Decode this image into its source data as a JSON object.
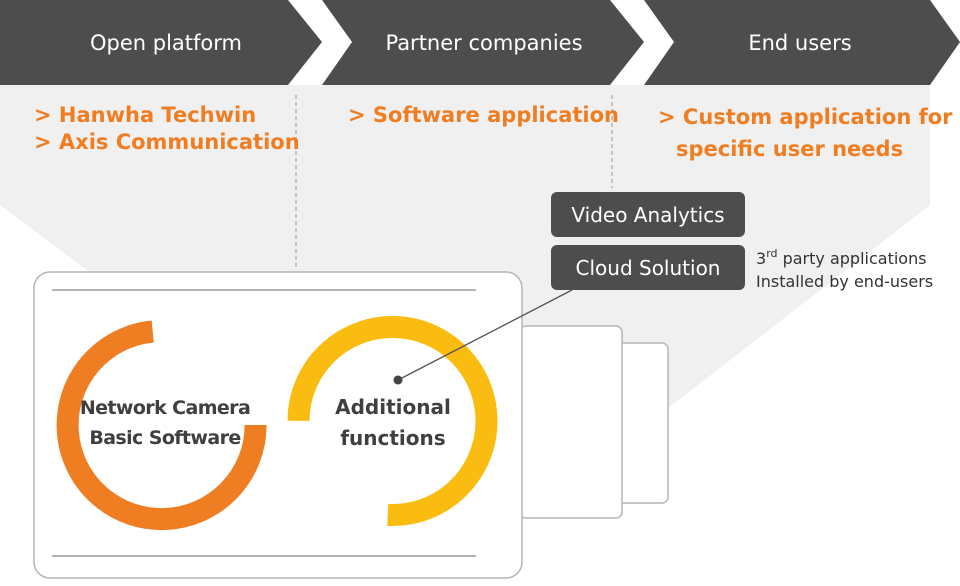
{
  "chevrons": [
    {
      "label": "Open platform"
    },
    {
      "label": "Partner companies"
    },
    {
      "label": "End users"
    }
  ],
  "columns": {
    "open_platform": {
      "lines": [
        "> Hanwha Techwin",
        "> Axis Communication"
      ]
    },
    "partner": {
      "lines": [
        "> Software application"
      ]
    },
    "end_users": {
      "lines": [
        "> Custom application for",
        "specific user needs"
      ]
    }
  },
  "app_boxes": [
    {
      "label": "Video Analytics"
    },
    {
      "label": "Cloud Solution"
    }
  ],
  "note": {
    "prefix": "3",
    "superscript": "rd",
    "line1_rest": " party applications",
    "line2": "Installed by end-users"
  },
  "camera": {
    "basic_ring": {
      "lines": [
        "Network Camera",
        "Basic Software"
      ]
    },
    "additional_ring": {
      "lines": [
        "Additional",
        "functions"
      ]
    }
  },
  "colors": {
    "chevron": "#4d4d4d",
    "background_band": "#f0f0f0",
    "accent_orange": "#ef7d22",
    "accent_yellow": "#fbbc12",
    "box_dark": "#4d4d4d"
  }
}
